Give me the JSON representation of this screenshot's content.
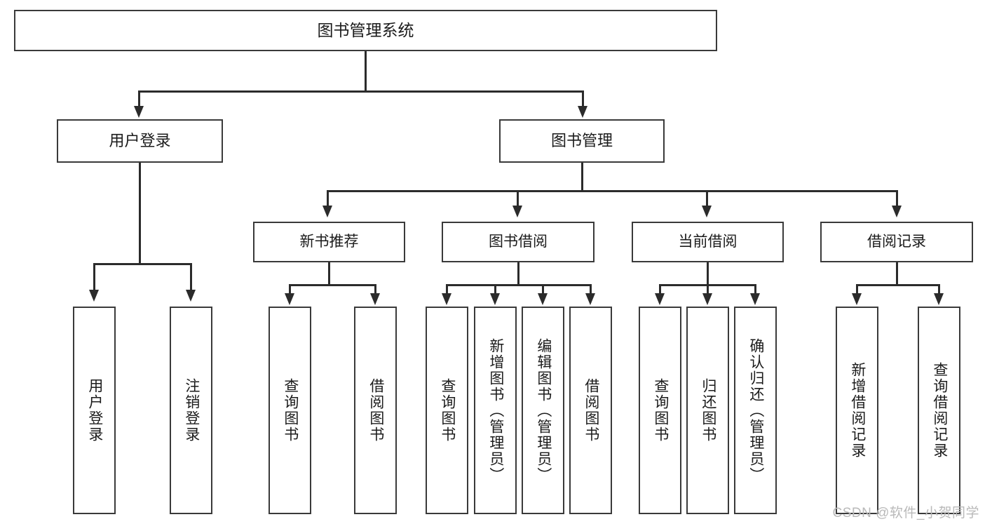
{
  "diagram": {
    "type": "tree",
    "title": "图书管理系统",
    "watermark": "CSDN @软件_小贺同学",
    "colors": {
      "box_border": "#3a3a3a",
      "connector": "#2b2b2b",
      "background": "#ffffff",
      "text": "#1b1b1b",
      "watermark": "#b9b9b9"
    },
    "nodes": {
      "root": {
        "label": "图书管理系统"
      },
      "level1": [
        {
          "label": "用户登录"
        },
        {
          "label": "图书管理"
        }
      ],
      "level2": [
        {
          "label": "新书推荐"
        },
        {
          "label": "图书借阅"
        },
        {
          "label": "当前借阅"
        },
        {
          "label": "借阅记录"
        }
      ],
      "leaves": {
        "user_login": [
          {
            "label": "用户登录"
          },
          {
            "label": "注销登录"
          }
        ],
        "new_book": [
          {
            "label": "查询图书"
          },
          {
            "label": "借阅图书"
          }
        ],
        "book_borrow": [
          {
            "label": "查询图书"
          },
          {
            "label": "新增图书（管理员）"
          },
          {
            "label": "编辑图书（管理员）"
          },
          {
            "label": "借阅图书"
          }
        ],
        "current_borrow": [
          {
            "label": "查询图书"
          },
          {
            "label": "归还图书"
          },
          {
            "label": "确认归还（管理员）"
          }
        ],
        "borrow_record": [
          {
            "label": "新增借阅记录"
          },
          {
            "label": "查询借阅记录"
          }
        ]
      }
    }
  }
}
